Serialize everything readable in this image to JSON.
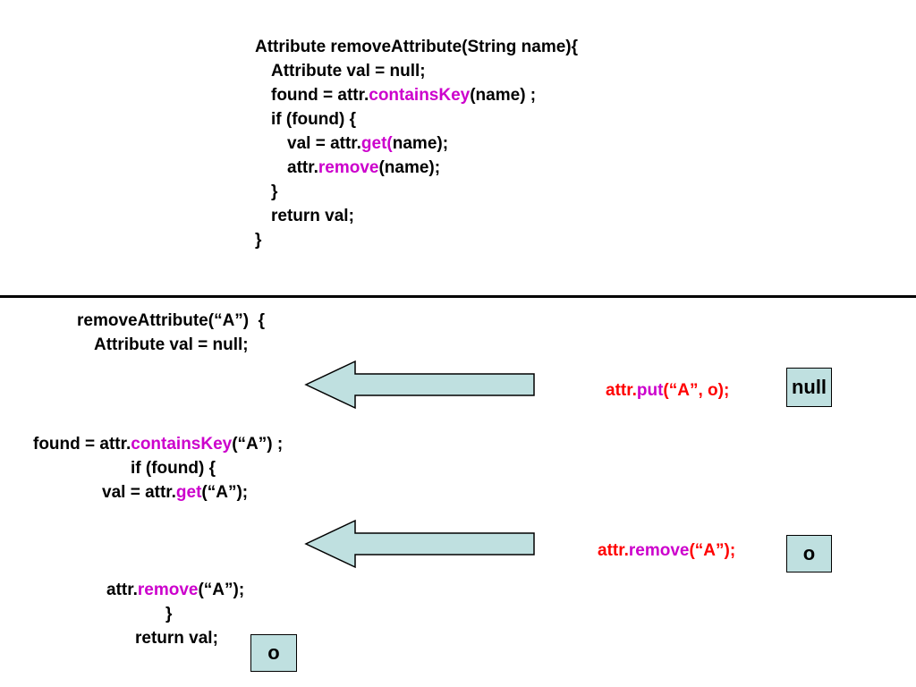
{
  "method_def": {
    "line1": "Attribute removeAttribute(String name){",
    "line2": "Attribute val = null;",
    "line3_pre": "found = attr.",
    "line3_kw": "containsKey",
    "line3_post": "(name) ;",
    "line4": "if (found) {",
    "line5_pre": "val = attr.",
    "line5_kw": "get(",
    "line5_post": "name);",
    "line6_pre": "attr.",
    "line6_kw": "remove",
    "line6_post": "(name);",
    "line7": "}",
    "line8": "return val;",
    "line9": "}"
  },
  "trace": {
    "step1_line1": "removeAttribute(“A”)  {",
    "step1_line2": "Attribute val = null;",
    "step2_line1_pre": "found = attr.",
    "step2_line1_kw": "containsKey",
    "step2_line1_post": "(“A”) ;",
    "step2_line2": "if (found) {",
    "step2_line3_pre": "val = attr.",
    "step2_line3_kw": "get",
    "step2_line3_post": "(“A”);",
    "step3_line1_pre": "attr.",
    "step3_line1_kw": "remove",
    "step3_line1_post": "(“A”);",
    "step3_line2": "}",
    "step3_line3": "return val;"
  },
  "events": {
    "put_prefix": "attr.",
    "put_kw": "put",
    "put_args": "(“A”, o);",
    "remove_prefix": "attr.",
    "remove_kw": "remove",
    "remove_args": "(“A”);"
  },
  "boxes": {
    "after_put": "null",
    "after_remove": "o",
    "return_value": "o"
  },
  "colors": {
    "keyword": "#cc00cc",
    "event_text": "#ff0000",
    "arrow_fill": "#bfe0e0",
    "box_fill": "#bfe0e0"
  }
}
